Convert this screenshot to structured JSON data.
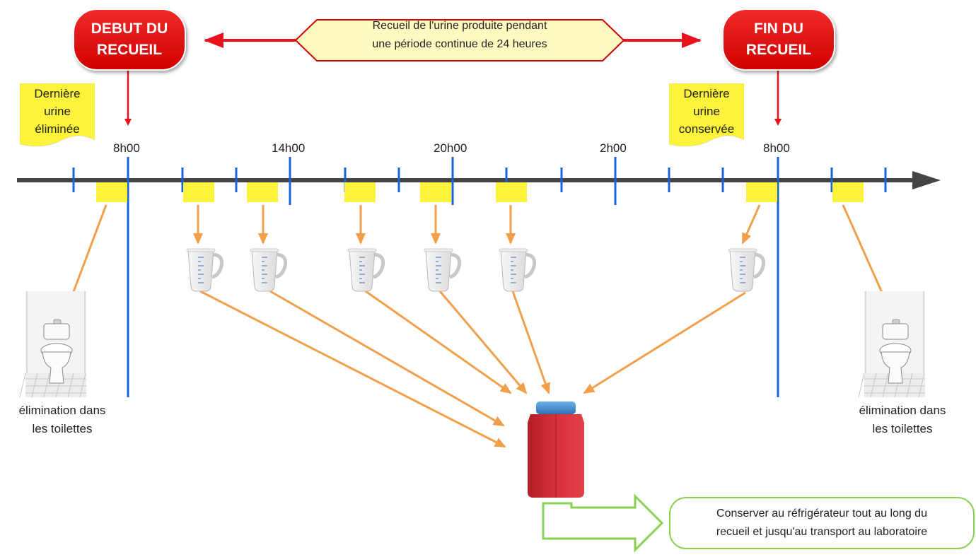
{
  "start_badge": {
    "line1": "DEBUT DU",
    "line2": "RECUEIL"
  },
  "end_badge": {
    "line1": "FIN DU",
    "line2": "RECUEIL"
  },
  "period_banner": {
    "line1": "Recueil de l'urine produite pendant",
    "line2": "une période continue de 24 heures"
  },
  "note_first": {
    "line1": "Dernière",
    "line2": "urine",
    "line3": "éliminée"
  },
  "note_last": {
    "line1": "Dernière",
    "line2": "urine",
    "line3": "conservée"
  },
  "time_labels": [
    "8h00",
    "14h00",
    "20h00",
    "2h00",
    "8h00"
  ],
  "toilet_caption_left": {
    "line1": "élimination dans",
    "line2": "les toilettes"
  },
  "toilet_caption_right": {
    "line1": "élimination dans",
    "line2": "les toilettes"
  },
  "storage_box": {
    "line1": "Conserver au réfrigérateur tout au long du",
    "line2": "recueil et jusqu'au transport au laboratoire"
  },
  "colors": {
    "badge_red": "#d10000",
    "arrow_red": "#e8121c",
    "timeline": "#444444",
    "tick_blue": "#1565d8",
    "void_yellow": "#fdf33a",
    "flow_orange": "#f0a04b",
    "container_red": "#d9303a",
    "lid_blue": "#3b82c4",
    "green": "#8ad150"
  }
}
